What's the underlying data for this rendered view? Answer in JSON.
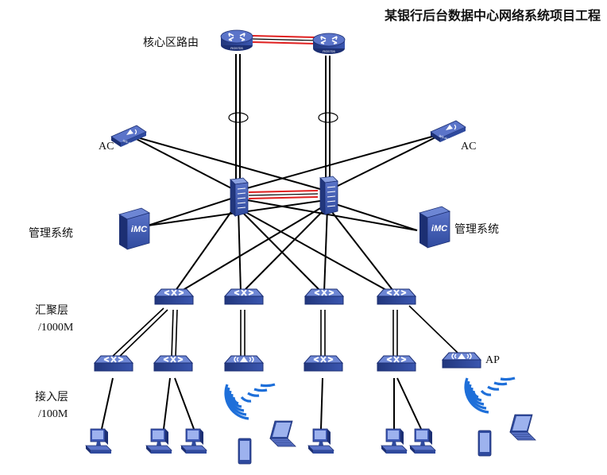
{
  "title": "某银行后台数据中心网络系统项目工程",
  "labels": {
    "core": "核心区路由",
    "ac_left": "AC",
    "ac_right": "AC",
    "mgmt_left": "管理系统",
    "mgmt_right": "管理系统",
    "agg_line1": "汇聚层",
    "agg_line2": "/1000M",
    "access_line1": "接入层",
    "access_line2": "/100M",
    "ap": "AP"
  },
  "device_text": {
    "router_left": "RG57D5",
    "router_right": "RG57D5",
    "ac_left": "WS-AC",
    "ac_right": "WS-AC",
    "imc_left": "iMC",
    "imc_right": "iMC"
  },
  "colors": {
    "device_blue": "#2f4a9e",
    "device_dark": "#1c2f73",
    "link_black": "#000000",
    "link_red": "#e02020",
    "wifi_blue": "#1e6fd9"
  }
}
